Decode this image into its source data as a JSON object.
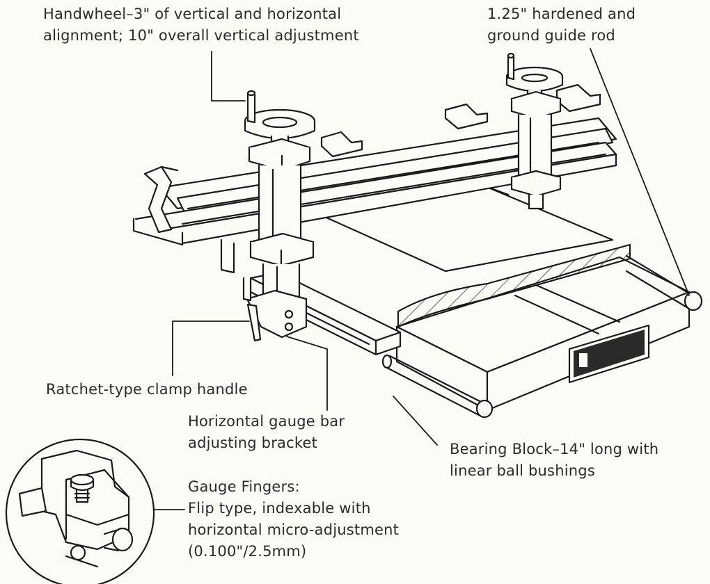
{
  "callouts": {
    "handwheel": {
      "line1": "Handwheel–3\" of vertical and horizontal",
      "line2": "alignment; 10\" overall vertical adjustment"
    },
    "guide_rod": {
      "line1": "1.25\" hardened and",
      "line2": "ground guide rod"
    },
    "ratchet_clamp": {
      "line1": "Ratchet-type clamp handle"
    },
    "gauge_bar_bracket": {
      "line1": "Horizontal gauge bar",
      "line2": "adjusting bracket"
    },
    "bearing_block": {
      "line1": "Bearing Block–14\" long with",
      "line2": "linear ball bushings"
    },
    "gauge_fingers": {
      "line1": "Gauge Fingers:",
      "line2": "Flip type, indexable with",
      "line3": "horizontal micro-adjustment",
      "line4": "(0.100\"/2.5mm)"
    }
  },
  "colors": {
    "ink": "#1a1a1a",
    "text": "#2b2b2b",
    "paper": "#fbfbf8",
    "hatch": "#3a3a3a",
    "logo_plate": "#2a2a2a"
  },
  "illustration": {
    "subject": "machine-gauge-assembly",
    "detail_inset": "gauge-finger-closeup"
  }
}
